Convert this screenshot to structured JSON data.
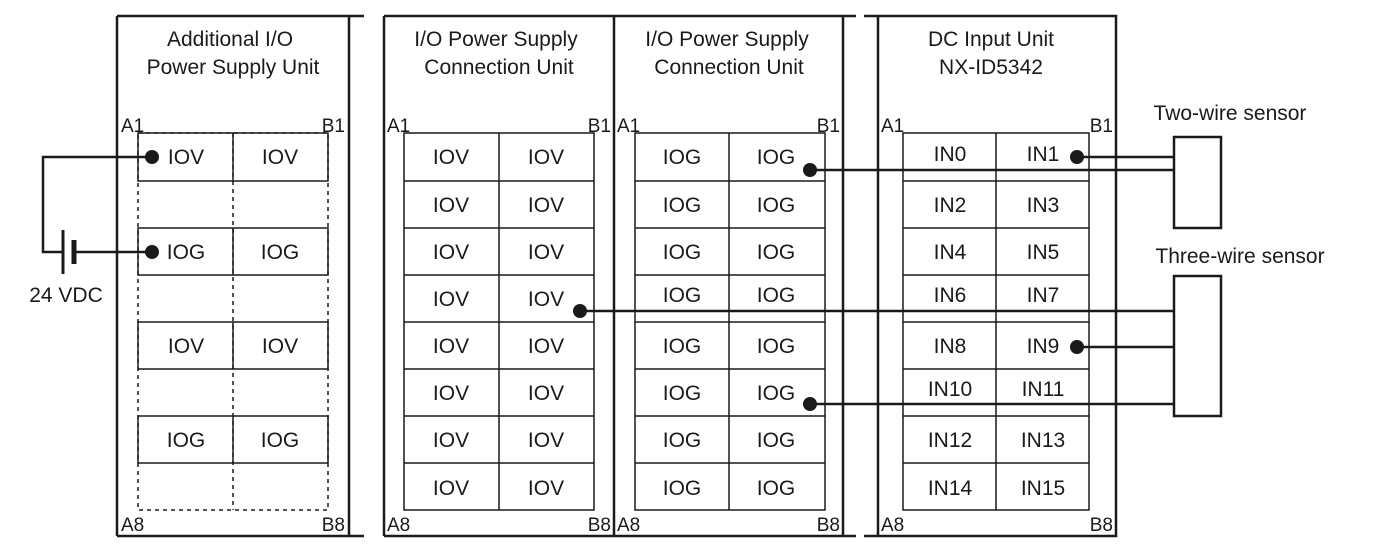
{
  "units": {
    "additional": {
      "title_line1": "Additional I/O",
      "title_line2": "Power Supply Unit",
      "a1": "A1",
      "b1": "B1",
      "a8": "A8",
      "b8": "B8",
      "cells": [
        [
          "IOV",
          "IOV"
        ],
        [
          "IOG",
          "IOG"
        ],
        [
          "IOV",
          "IOV"
        ],
        [
          "IOG",
          "IOG"
        ]
      ]
    },
    "connection1": {
      "title_line1": "I/O Power Supply",
      "title_line2": "Connection Unit",
      "a1": "A1",
      "b1": "B1",
      "a8": "A8",
      "b8": "B8",
      "cells": [
        [
          "IOV",
          "IOV"
        ],
        [
          "IOV",
          "IOV"
        ],
        [
          "IOV",
          "IOV"
        ],
        [
          "IOV",
          "IOV"
        ],
        [
          "IOV",
          "IOV"
        ],
        [
          "IOV",
          "IOV"
        ],
        [
          "IOV",
          "IOV"
        ],
        [
          "IOV",
          "IOV"
        ]
      ]
    },
    "connection2": {
      "title_line1": "I/O Power Supply",
      "title_line2": "Connection Unit",
      "a1": "A1",
      "b1": "B1",
      "a8": "A8",
      "b8": "B8",
      "cells": [
        [
          "IOG",
          "IOG"
        ],
        [
          "IOG",
          "IOG"
        ],
        [
          "IOG",
          "IOG"
        ],
        [
          "IOG",
          "IOG"
        ],
        [
          "IOG",
          "IOG"
        ],
        [
          "IOG",
          "IOG"
        ],
        [
          "IOG",
          "IOG"
        ],
        [
          "IOG",
          "IOG"
        ]
      ]
    },
    "dcinput": {
      "title_line1": "DC Input Unit",
      "title_line2": "NX-ID5342",
      "a1": "A1",
      "b1": "B1",
      "a8": "A8",
      "b8": "B8",
      "cells": [
        [
          "IN0",
          "IN1"
        ],
        [
          "IN2",
          "IN3"
        ],
        [
          "IN4",
          "IN5"
        ],
        [
          "IN6",
          "IN7"
        ],
        [
          "IN8",
          "IN9"
        ],
        [
          "IN10",
          "IN11"
        ],
        [
          "IN12",
          "IN13"
        ],
        [
          "IN14",
          "IN15"
        ]
      ]
    }
  },
  "power_source": {
    "label": "24 VDC"
  },
  "sensors": {
    "two_wire": {
      "label": "Two-wire sensor"
    },
    "three_wire": {
      "label": "Three-wire sensor"
    }
  }
}
